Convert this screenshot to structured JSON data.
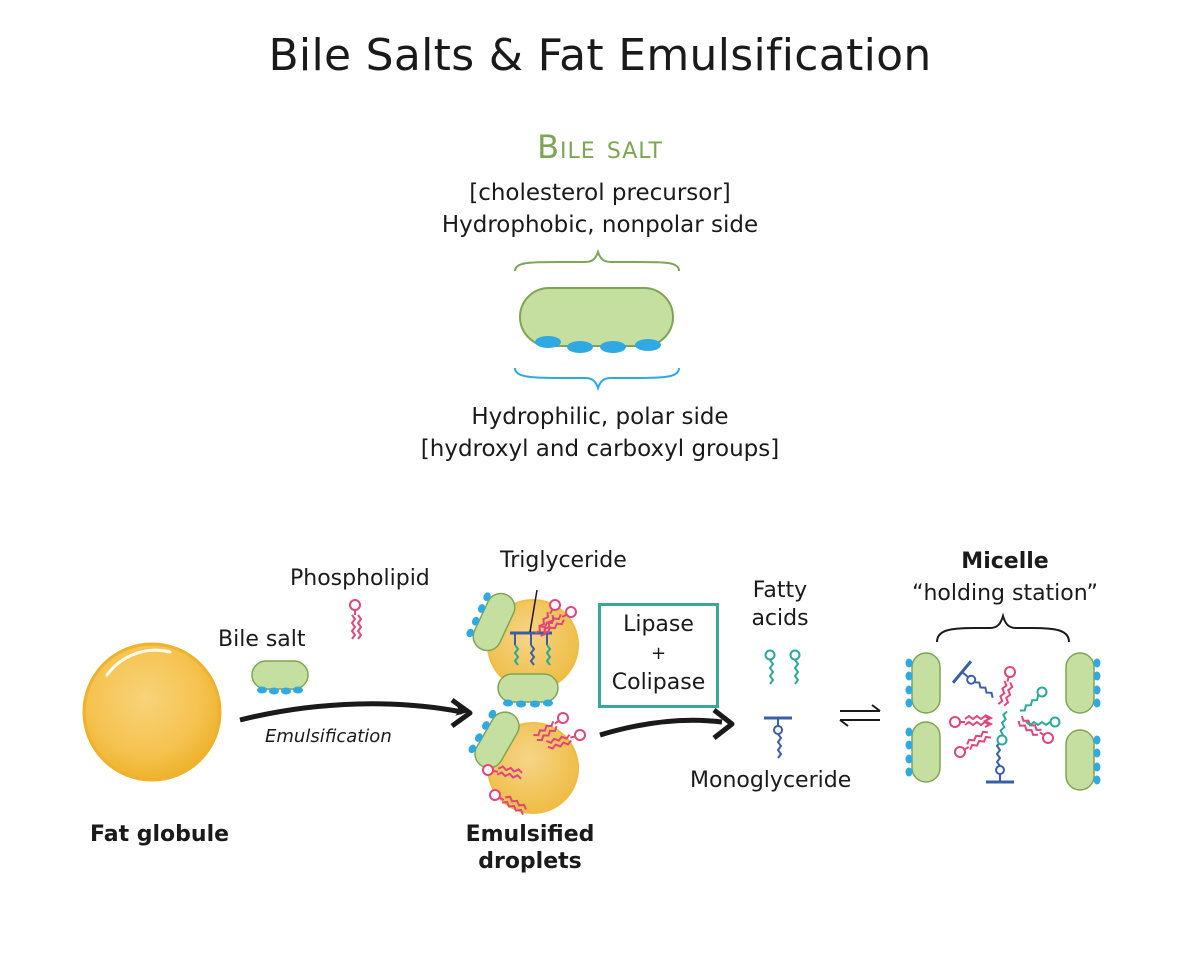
{
  "title": "Bile Salts & Fat Emulsification",
  "bile_salt_panel": {
    "heading": "Bile salt",
    "top_line1": "[cholesterol precursor]",
    "top_line2": "Hydrophobic, nonpolar side",
    "bottom_line1": "Hydrophilic, polar side",
    "bottom_line2": "[hydroxyl and carboxyl groups]"
  },
  "process": {
    "phospholipid": "Phospholipid",
    "bile_salt": "Bile salt",
    "triglyceride": "Triglyceride",
    "emulsification": "Emulsification",
    "fat_globule": "Fat globule",
    "emulsified_line1": "Emulsified",
    "emulsified_line2": "droplets",
    "lipase": "Lipase",
    "plus": "+",
    "colipase": "Colipase",
    "fatty_line1": "Fatty",
    "fatty_line2": "acids",
    "monoglyceride": "Monoglyceride",
    "micelle": "Micelle",
    "holding_station": "“holding station”"
  },
  "colors": {
    "bile_green": "#c5dfa0",
    "bile_green_edge": "#7ea554",
    "polar_blue": "#2fa9e1",
    "fat_yellow": "#f7c84a",
    "fat_orange": "#f0b429",
    "lipid_pink": "#e0457b",
    "lipid_teal": "#2aa89a",
    "lipid_blue": "#3a5fa8",
    "box_teal": "#3aa79a"
  }
}
